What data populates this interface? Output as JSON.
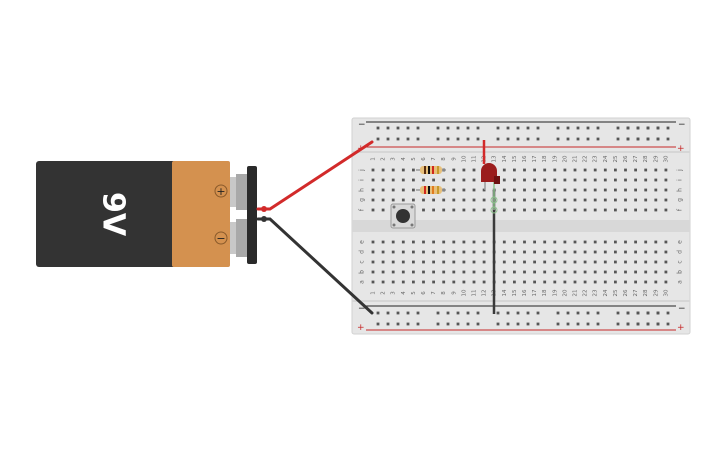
{
  "battery": {
    "label": "9V",
    "plus_symbol": "+",
    "minus_symbol": "−",
    "body_color": "#333333",
    "cap_color": "#d4914f"
  },
  "breadboard": {
    "columns": [
      "1",
      "2",
      "3",
      "4",
      "5",
      "6",
      "7",
      "8",
      "9",
      "10",
      "11",
      "12",
      "13",
      "14",
      "15",
      "16",
      "17",
      "18",
      "19",
      "20",
      "21",
      "22",
      "23",
      "24",
      "25",
      "26",
      "27",
      "28",
      "29",
      "30"
    ],
    "rows_top": [
      "j",
      "i",
      "h",
      "g",
      "f"
    ],
    "rows_bottom": [
      "e",
      "d",
      "c",
      "b",
      "a"
    ],
    "rail_plus": "+",
    "rail_minus": "−",
    "board_color": "#e6e6e6"
  },
  "wires": {
    "positive_color": "#d22a2a",
    "negative_color": "#333333",
    "jumper_color": "#3a3a3a"
  },
  "components": {
    "led_color": "#9b1d1d",
    "resistor_body_color": "#e8c07a",
    "button_color": "#333333"
  }
}
